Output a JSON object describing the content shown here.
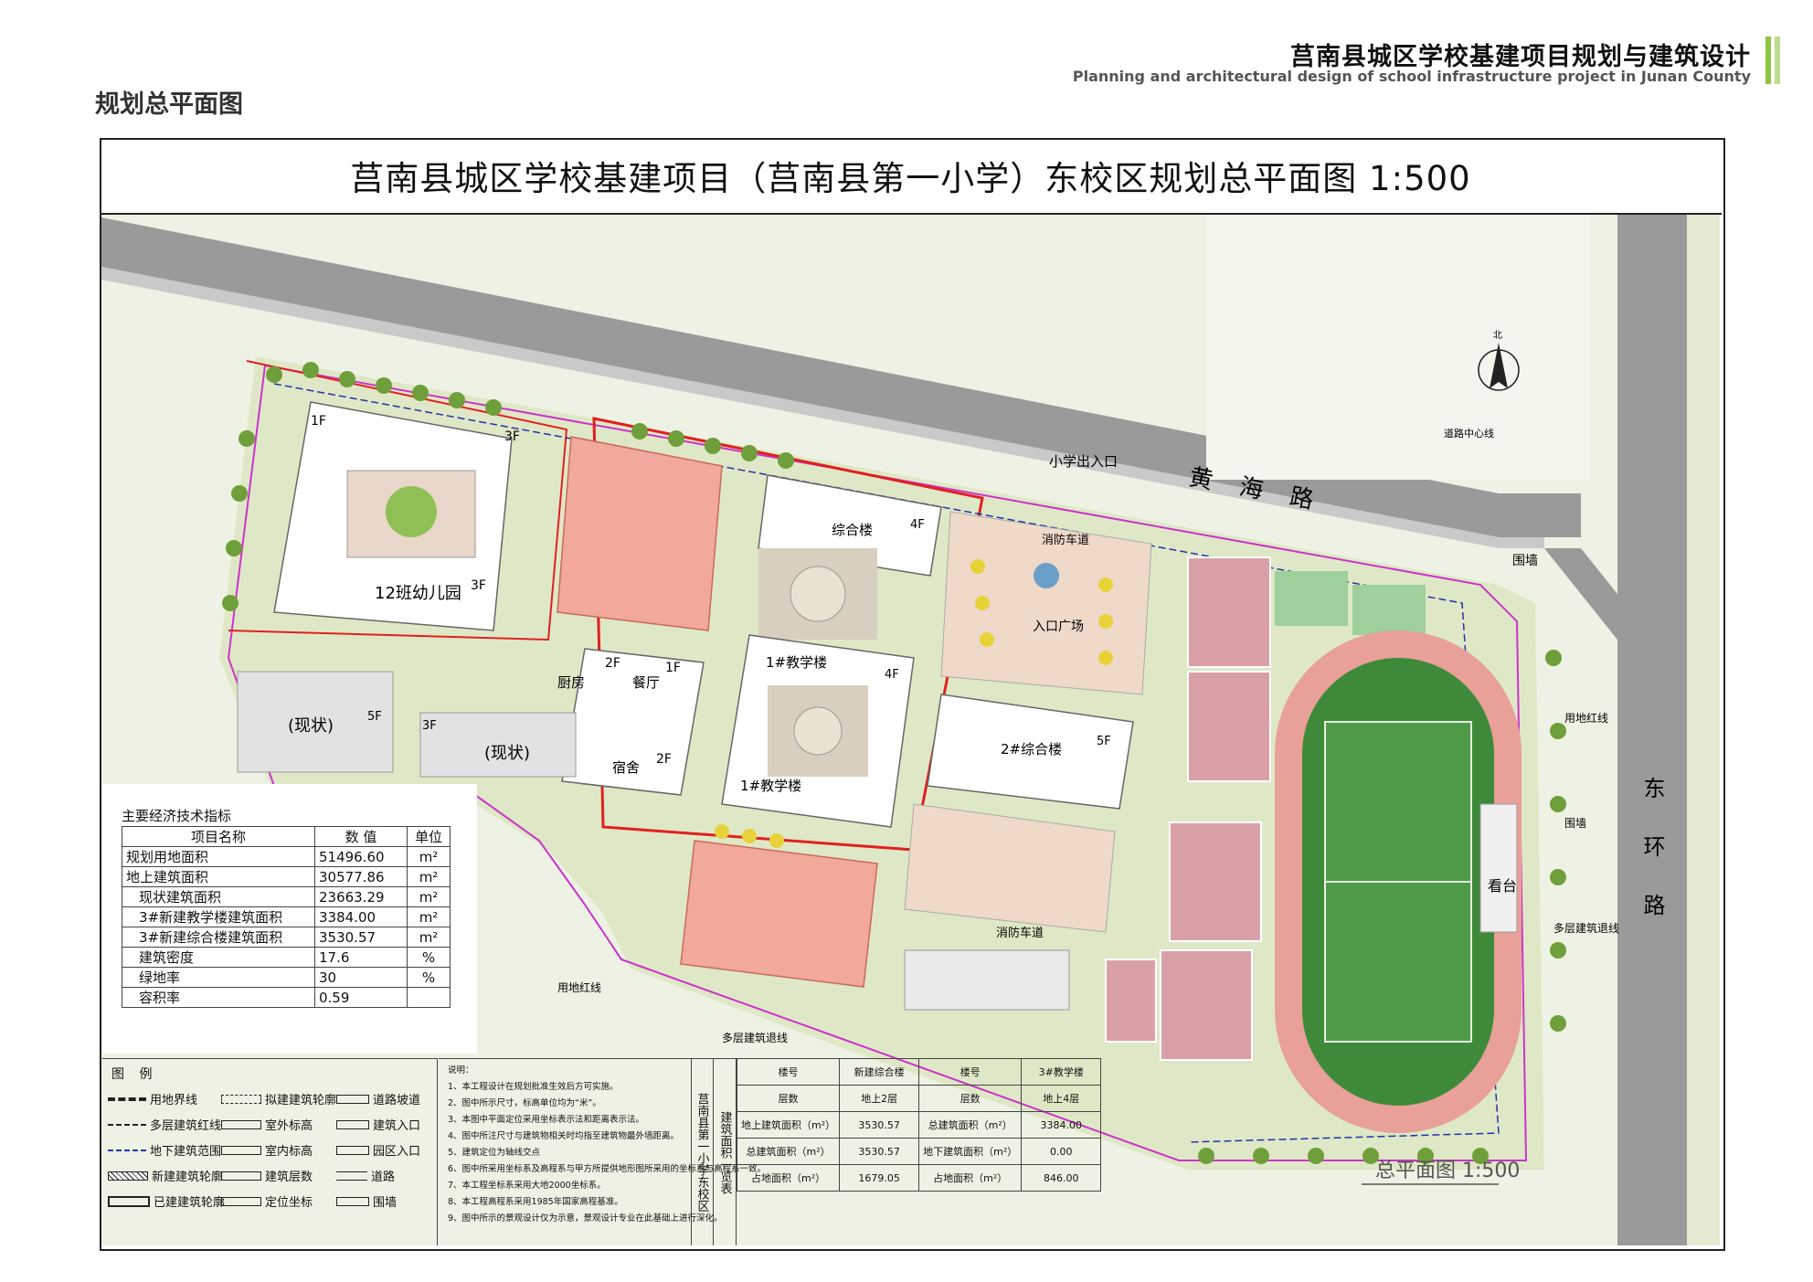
{
  "header": {
    "title_cn": "莒南县城区学校基建项目规划与建筑设计",
    "title_en": "Planning and architectural design of school infrastructure project in Junan County",
    "bar_color": "#8dc63f"
  },
  "section_title": "规划总平面图",
  "drawing_title": "莒南县城区学校基建项目（莒南县第一小学）东校区规划总平面图 1:500",
  "scale_label": "总平面图 1:500",
  "plan_labels": {
    "kindergarten": "12班幼儿园",
    "building_1": "1#教学楼",
    "building_1b": "1#教学楼",
    "zonghe": "综合楼",
    "zonghe2": "2#综合楼",
    "canteen": "餐厅",
    "kitchen": "厨房",
    "dorm": "宿舍",
    "existing_a": "(现状)",
    "existing_b": "(现状)",
    "entrance": "小学出入口",
    "plaza": "入口广场",
    "fire_lane_1": "消防车道",
    "fire_lane_2": "消防车道",
    "road_north": "黄海路",
    "road_east": "东环路",
    "road_center": "道路中心线",
    "wall_1": "围墙",
    "wall_2": "围墙",
    "red_line_1": "用地红线",
    "red_line_2": "用地红线",
    "setback_1": "多层建筑退线",
    "setback_2": "多层建筑退线",
    "stand": "看台",
    "floor_1f": "1F",
    "floor_3f": "3F",
    "floor_3f_b": "3F",
    "floor_4f": "4F",
    "floor_4f_b": "4F",
    "floor_5f": "5F",
    "floor_5f_b": "5F",
    "floor_2f": "2F",
    "floor_2f_b": "2F",
    "floor_1f_b": "1F",
    "floor_3f_c": "3F",
    "north": "北"
  },
  "indicators": {
    "caption": "主要经济技术指标",
    "headers": [
      "项目名称",
      "数 值",
      "单位"
    ],
    "rows": [
      [
        "规划用地面积",
        "51496.60",
        "m²"
      ],
      [
        "地上建筑面积",
        "30577.86",
        "m²"
      ],
      [
        "现状建筑面积",
        "23663.29",
        "m²"
      ],
      [
        "3#新建教学楼建筑面积",
        "3384.00",
        "m²"
      ],
      [
        "3#新建综合楼建筑面积",
        "3530.57",
        "m²"
      ],
      [
        "建筑密度",
        "17.6",
        "%"
      ],
      [
        "绿地率",
        "30",
        "%"
      ],
      [
        "容积率",
        "0.59",
        ""
      ]
    ]
  },
  "legend": {
    "title": "图 例",
    "items": [
      "用地界线",
      "拟建建筑轮廓",
      "道路坡道",
      "多层建筑红线",
      "室外标高",
      "建筑入口",
      "地下建筑范围",
      "室内标高",
      "园区入口",
      "新建建筑轮廓",
      "建筑层数",
      "道路",
      "已建建筑轮廓",
      "定位坐标",
      "围墙"
    ]
  },
  "notes": {
    "title": "说明：",
    "items": [
      "1、本工程设计在规划批准生效后方可实施。",
      "2、图中所示尺寸，标高单位均为“米”。",
      "3、本图中平面定位采用坐标表示法和距离表示法。",
      "4、图中所注尺寸与建筑物相关时均指至建筑物最外墙距离。",
      "5、建筑定位为轴线交点",
      "6、图中所采用坐标系及高程系与甲方所提供地形图所采用的坐标系与高程系一致。",
      "7、本工程坐标系采用大地2000坐标系。",
      "8、本工程高程系采用1985年国家高程基准。",
      "9、图中所示的景观设计仅为示意，景观设计专业在此基础上进行深化。"
    ]
  },
  "area_table": {
    "side_title_1": "莒南县第一小学东校区",
    "side_title_2": "建筑面积一览表",
    "rows": [
      [
        "楼号",
        "新建综合楼",
        "楼号",
        "3#教学楼"
      ],
      [
        "层数",
        "地上2层",
        "层数",
        "地上4层"
      ],
      [
        "地上建筑面积（m²）",
        "3530.57",
        "总建筑面积（m²）",
        "3384.00"
      ],
      [
        "总建筑面积（m²）",
        "3530.57",
        "地下建筑面积（m²）",
        "0.00"
      ],
      [
        "占地面积（m²）",
        "1679.05",
        "占地面积（m²）",
        "846.00"
      ]
    ]
  },
  "colors": {
    "road": "#9a9a9a",
    "grass": "#dfe8c6",
    "tree": "#6f9f3a",
    "building": "#ffffff",
    "new_building": "#f2a89a",
    "track": "#e8a098",
    "field": "#3f8a3a",
    "court": "#d9a0a8",
    "red_line": "#e02020",
    "boundary": "#cc33cc"
  }
}
